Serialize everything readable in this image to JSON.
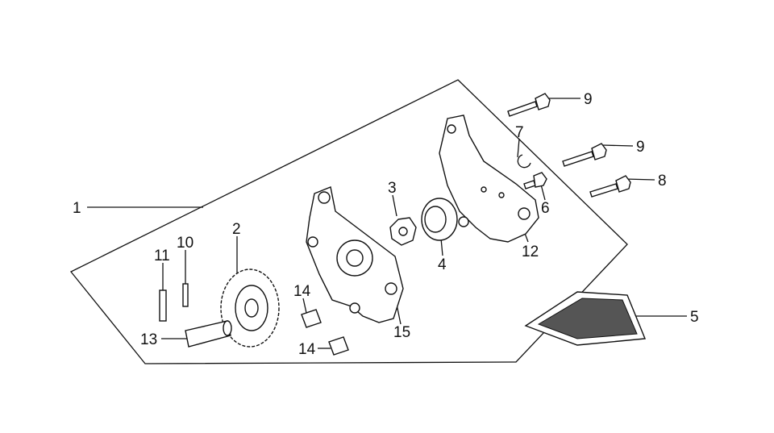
{
  "diagram": {
    "type": "exploded parts diagram",
    "callouts": [
      {
        "id": "c1",
        "number": "1"
      },
      {
        "id": "c2",
        "number": "2"
      },
      {
        "id": "c3",
        "number": "3"
      },
      {
        "id": "c4",
        "number": "4"
      },
      {
        "id": "c5",
        "number": "5"
      },
      {
        "id": "c6",
        "number": "6"
      },
      {
        "id": "c7",
        "number": "7"
      },
      {
        "id": "c8",
        "number": "8"
      },
      {
        "id": "c9a",
        "number": "9"
      },
      {
        "id": "c9b",
        "number": "9"
      },
      {
        "id": "c10",
        "number": "10"
      },
      {
        "id": "c11",
        "number": "11"
      },
      {
        "id": "c12",
        "number": "12"
      },
      {
        "id": "c13",
        "number": "13"
      },
      {
        "id": "c14a",
        "number": "14"
      },
      {
        "id": "c14b",
        "number": "14"
      },
      {
        "id": "c15",
        "number": "15"
      }
    ]
  }
}
